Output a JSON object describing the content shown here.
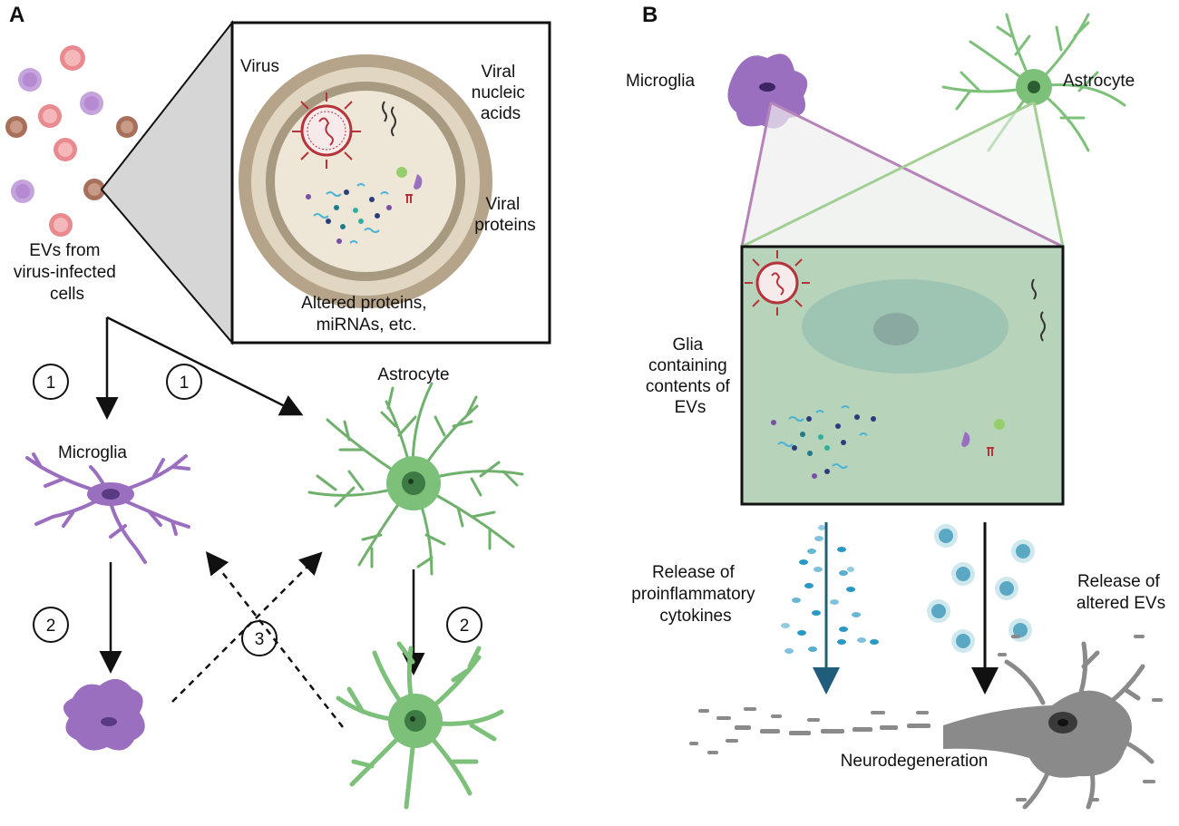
{
  "panel_a": {
    "panel_label": "A",
    "ev_label": [
      "EVs from",
      "virus-infected",
      "cells"
    ],
    "inset": {
      "virus": "Virus",
      "viral_nucleic_acids": [
        "Viral",
        "nucleic",
        "acids"
      ],
      "viral_proteins": [
        "Viral",
        "proteins"
      ],
      "altered": [
        "Altered proteins,",
        "miRNAs, etc."
      ]
    },
    "steps": {
      "one_left": "1",
      "one_right": "1",
      "two_left": "2",
      "two_right": "2",
      "three": "3"
    },
    "microglia_label": "Microglia",
    "astrocyte_label": "Astrocyte"
  },
  "panel_b": {
    "panel_label": "B",
    "microglia_label": "Microglia",
    "astrocyte_label": "Astrocyte",
    "glia_label": [
      "Glia",
      "containing",
      "contents of",
      "EVs"
    ],
    "cytokines_label": [
      "Release of",
      "proinflammatory",
      "cytokines"
    ],
    "altered_evs_label": [
      "Release of",
      "altered EVs"
    ],
    "neurodegeneration_label": "Neurodegeneration"
  },
  "colors": {
    "microglia": "#9b6fc0",
    "astrocyte": "#7cc07a",
    "ev_pink": "#e98a8f",
    "ev_brown": "#a86f5a",
    "ev_purple": "#b58ad0",
    "virus_red": "#b5333a",
    "neuron_gray": "#8a8a8a"
  }
}
